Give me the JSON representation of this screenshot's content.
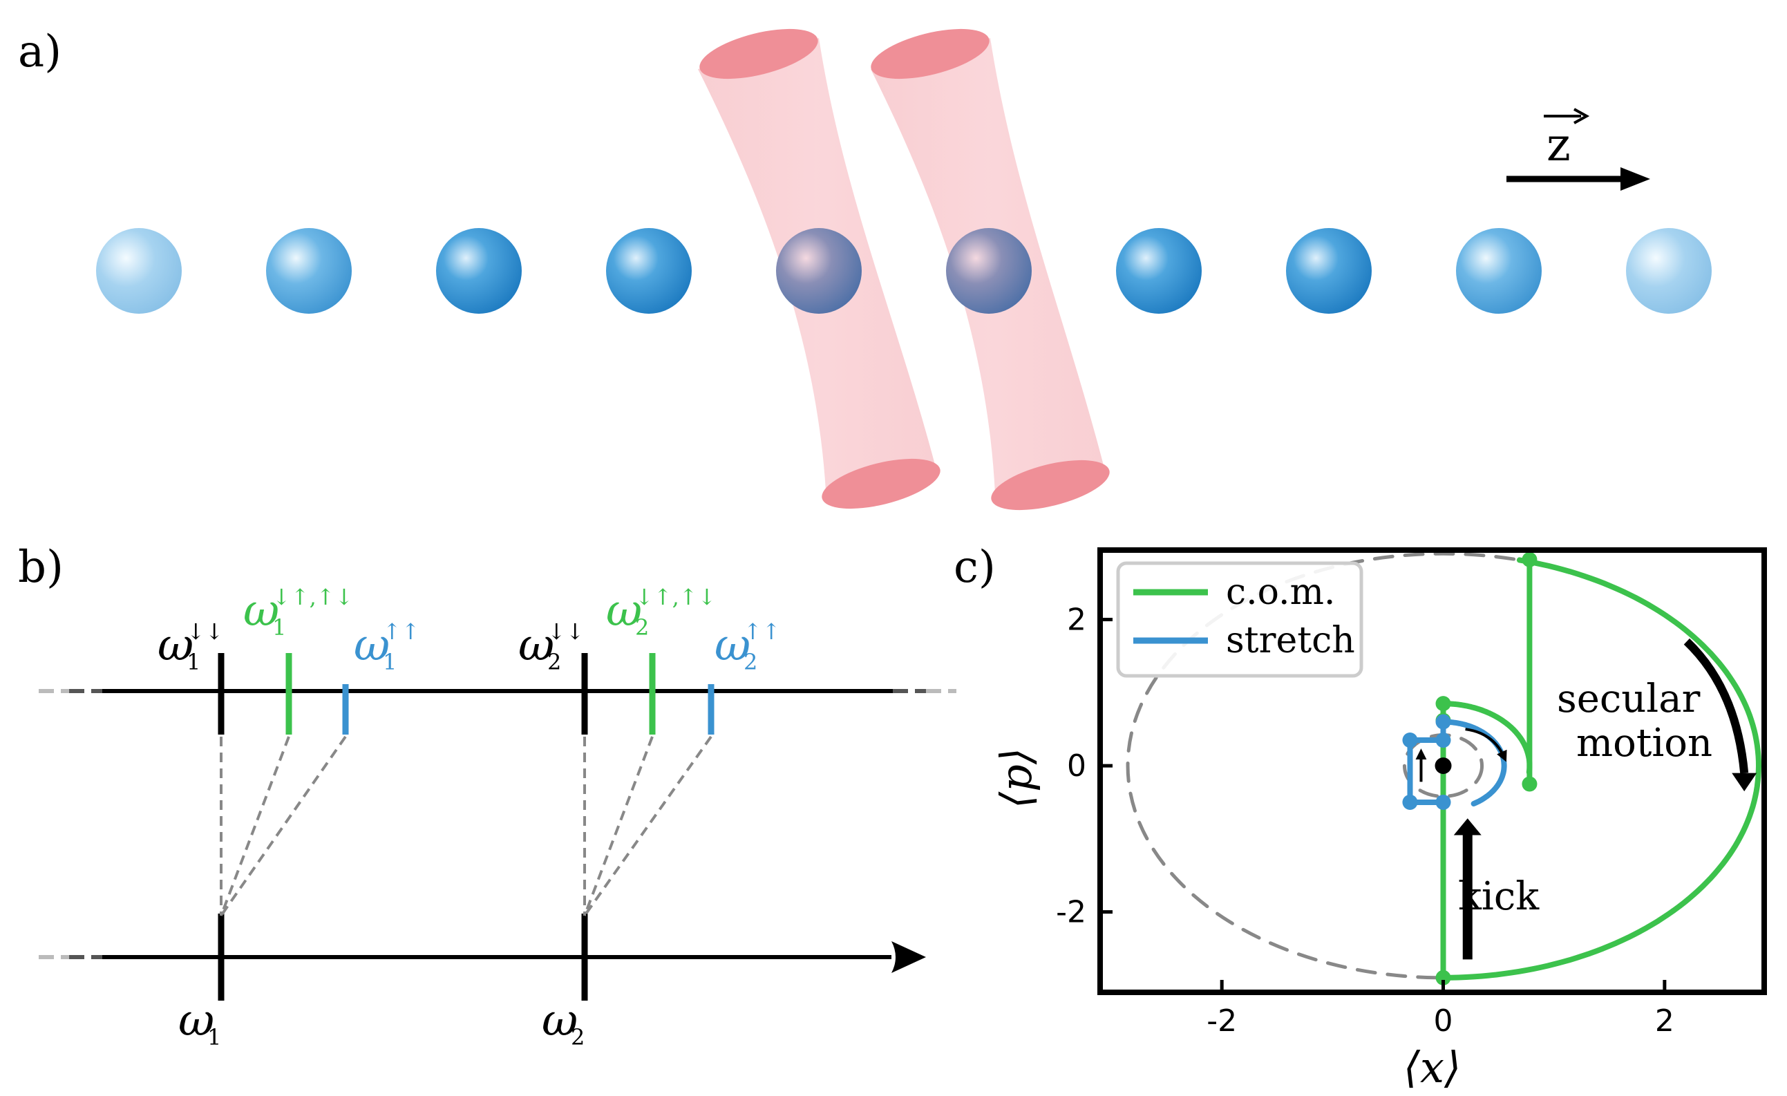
{
  "panels": {
    "a": {
      "label": "a)",
      "axis_label": "z",
      "ion_count": 10,
      "addressed_ions": [
        4,
        5
      ]
    },
    "b": {
      "label": "b)",
      "top_labels": [
        {
          "sym": "ω",
          "sub": "1",
          "sup": "↓↓",
          "color": "#000000"
        },
        {
          "sym": "ω",
          "sub": "1",
          "sup": "↓↑,↑↓",
          "color": "#3cc24c"
        },
        {
          "sym": "ω",
          "sub": "1",
          "sup": "↑↑",
          "color": "#3a92d0"
        },
        {
          "sym": "ω",
          "sub": "2",
          "sup": "↓↓",
          "color": "#000000"
        },
        {
          "sym": "ω",
          "sub": "2",
          "sup": "↓↑,↑↓",
          "color": "#3cc24c"
        },
        {
          "sym": "ω",
          "sub": "2",
          "sup": "↑↑",
          "color": "#3a92d0"
        }
      ],
      "bottom_labels": [
        {
          "sym": "ω",
          "sub": "1"
        },
        {
          "sym": "ω",
          "sub": "2"
        }
      ]
    },
    "c": {
      "label": "c)",
      "legend": [
        {
          "name": "c.o.m.",
          "color": "#3cc24c"
        },
        {
          "name": "stretch",
          "color": "#3a92d0"
        }
      ],
      "annotations": {
        "secular_1": "secular",
        "secular_2": "motion",
        "kick": "kick"
      },
      "colors": {
        "com": "#3cc24c",
        "stretch": "#3a92d0",
        "dashed": "#888888"
      }
    }
  },
  "chart_data": {
    "type": "line",
    "xlabel": "⟨x⟩",
    "ylabel": "⟨p⟩",
    "xlim": [
      -3.1,
      2.9
    ],
    "ylim": [
      -3.1,
      2.95
    ],
    "xticks": [
      -2,
      0,
      2
    ],
    "yticks": [
      -2,
      0,
      2
    ],
    "xtick_labels": [
      "-2",
      "0",
      "2"
    ],
    "ytick_labels": [
      "-2",
      "0",
      "2"
    ],
    "grid": false,
    "legend_position": "top-left",
    "series": [
      {
        "name": "c.o.m.",
        "color": "#3cc24c",
        "segments": [
          {
            "kind": "line",
            "points": [
              [
                0,
                -2.9
              ],
              [
                0,
                0.85
              ]
            ]
          },
          {
            "kind": "line",
            "points": [
              [
                0,
                0.85
              ],
              [
                0,
                0.62
              ]
            ]
          },
          {
            "kind": "arc",
            "center": [
              0,
              0
            ],
            "r_x": 0.78,
            "r_y": 0.85,
            "from_deg": 90,
            "to_deg": -6
          },
          {
            "kind": "line",
            "points": [
              [
                0.78,
                -0.25
              ],
              [
                0.78,
                2.82
              ]
            ]
          },
          {
            "kind": "arc",
            "center": [
              0,
              0
            ],
            "r_x": 2.85,
            "r_y": 2.9,
            "from_deg": 76,
            "to_deg": -90
          }
        ],
        "markers": [
          [
            0,
            -2.9
          ],
          [
            0,
            0.85
          ],
          [
            0,
            0.62
          ],
          [
            0.78,
            -0.25
          ],
          [
            0.78,
            2.82
          ]
        ]
      },
      {
        "name": "stretch",
        "color": "#3a92d0",
        "segments": [
          {
            "kind": "line",
            "points": [
              [
                -0.3,
                -0.5
              ],
              [
                0,
                -0.5
              ]
            ]
          },
          {
            "kind": "line",
            "points": [
              [
                -0.3,
                0.35
              ],
              [
                -0.3,
                -0.5
              ]
            ]
          },
          {
            "kind": "line",
            "points": [
              [
                0,
                0.35
              ],
              [
                -0.3,
                0.35
              ]
            ]
          },
          {
            "kind": "line",
            "points": [
              [
                0,
                0.35
              ],
              [
                0,
                0.6
              ]
            ]
          },
          {
            "kind": "arc",
            "center": [
              0,
              0
            ],
            "r_x": 0.55,
            "r_y": 0.6,
            "from_deg": 90,
            "to_deg": -60
          }
        ],
        "markers": [
          [
            0,
            -0.5
          ],
          [
            -0.3,
            -0.5
          ],
          [
            -0.3,
            0.35
          ],
          [
            0,
            0.35
          ],
          [
            0,
            0.6
          ]
        ]
      },
      {
        "name": "",
        "style": "dashed",
        "color": "#888888",
        "segments": [
          {
            "kind": "ellipse",
            "center": [
              0,
              0
            ],
            "r_x": 2.85,
            "r_y": 2.9
          },
          {
            "kind": "ellipse",
            "center": [
              0,
              0
            ],
            "r_x": 0.35,
            "r_y": 0.42
          }
        ]
      }
    ],
    "origin_point": [
      0,
      0
    ]
  }
}
